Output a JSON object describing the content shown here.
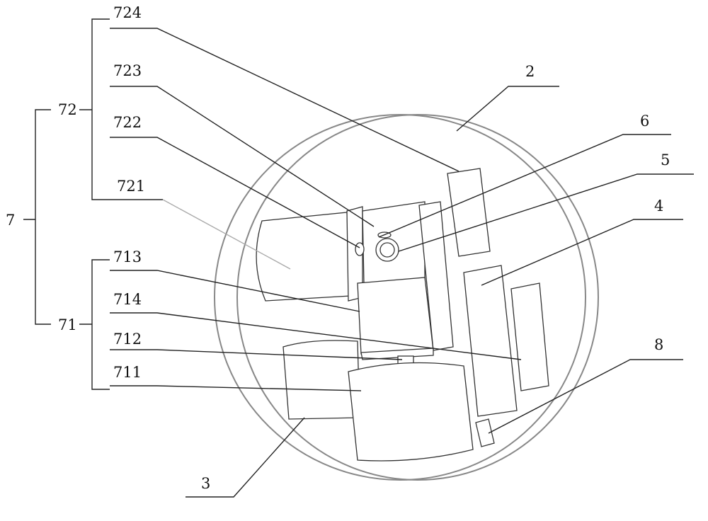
{
  "labels": {
    "l724": "724",
    "l723": "723",
    "l722": "722",
    "l721": "721",
    "l72": "72",
    "l7": "7",
    "l71": "71",
    "l713": "713",
    "l714": "714",
    "l712": "712",
    "l711": "711",
    "l2": "2",
    "l6": "6",
    "l5": "5",
    "l4": "4",
    "l8": "8",
    "l3": "3"
  }
}
